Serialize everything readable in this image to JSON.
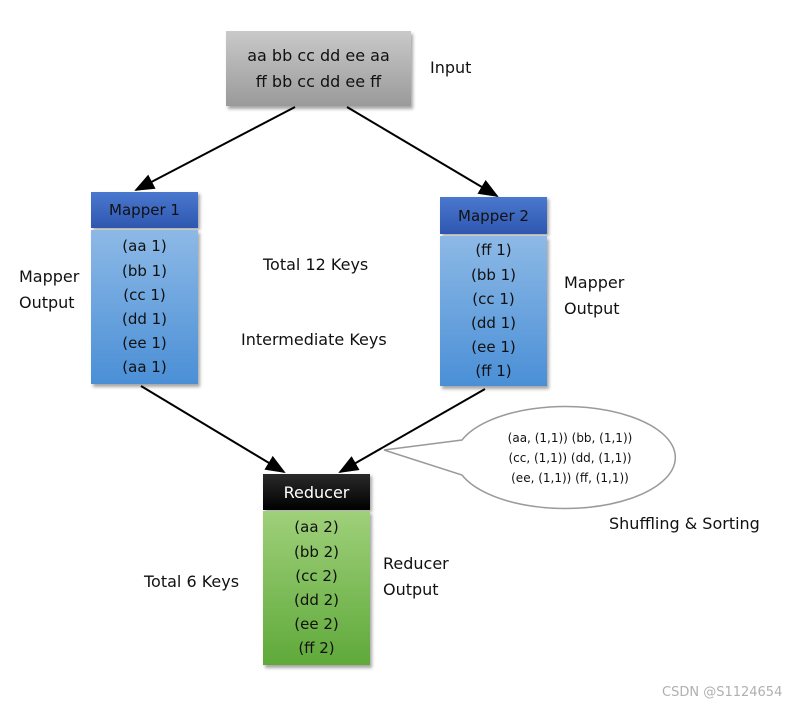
{
  "input": {
    "lines": [
      "aa bb cc dd ee aa",
      "ff bb cc dd ee ff"
    ],
    "label": "Input"
  },
  "mapper1": {
    "title": "Mapper 1",
    "items": [
      "(aa 1)",
      "(bb 1)",
      "(cc 1)",
      "(dd 1)",
      "(ee 1)",
      "(aa 1)"
    ],
    "output_label": [
      "Mapper",
      "Output"
    ]
  },
  "mapper2": {
    "title": "Mapper 2",
    "items": [
      "(ff 1)",
      "(bb 1)",
      "(cc 1)",
      "(dd 1)",
      "(ee 1)",
      "(ff 1)"
    ],
    "output_label": [
      "Mapper",
      "Output"
    ]
  },
  "middle": {
    "total_keys": "Total 12 Keys",
    "intermediate": "Intermediate Keys"
  },
  "bubble": {
    "lines": [
      "(aa, (1,1)) (bb, (1,1))",
      "(cc, (1,1)) (dd, (1,1))",
      "(ee, (1,1)) (ff, (1,1))"
    ],
    "label": "Shuffling & Sorting"
  },
  "reducer": {
    "title": "Reducer",
    "items": [
      "(aa 2)",
      "(bb 2)",
      "(cc 2)",
      "(dd 2)",
      "(ee 2)",
      "(ff 2)"
    ],
    "output_label": [
      "Reducer",
      "Output"
    ],
    "total_keys": "Total 6 Keys"
  },
  "watermark": "CSDN @S1124654",
  "colors": {
    "input_box": "#b3b3b3",
    "mapper_header": "#3a63be",
    "mapper_body": "#6aa5e0",
    "reducer_header": "#000000",
    "reducer_body": "#7fbf55"
  }
}
